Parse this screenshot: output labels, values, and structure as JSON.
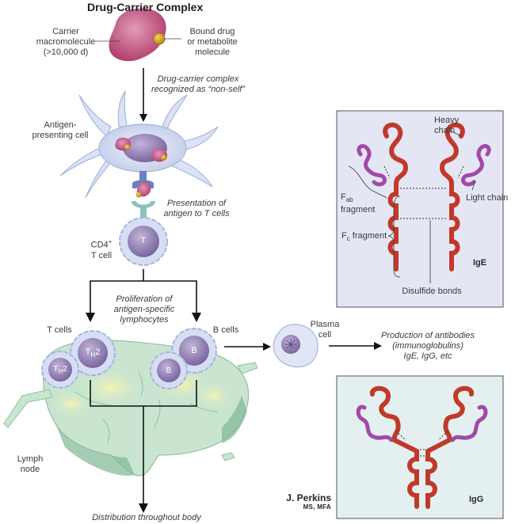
{
  "title": "Drug-Carrier Complex",
  "labels": {
    "carrier": [
      "Carrier",
      "macromolecule",
      "(>10,000 d)"
    ],
    "bound_drug": [
      "Bound drug",
      "or metabolite",
      "molecule"
    ],
    "recognized": [
      "Drug-carrier complex",
      "recognized as “non-self”"
    ],
    "apc": [
      "Antigen-",
      "presenting cell"
    ],
    "presentation": [
      "Presentation of",
      "antigen to T cells"
    ],
    "cd4_line1": "CD4",
    "cd4_sup": "+",
    "cd4_line2": "T cell",
    "proliferation": [
      "Proliferation of",
      "antigen-specific",
      "lymphocytes"
    ],
    "t_cells": "T cells",
    "b_cells": "B cells",
    "plasma": [
      "Plasma",
      "cell"
    ],
    "production": [
      "Production of antibodies",
      "(immunoglobulins)",
      "IgE, IgG, etc"
    ],
    "lymph_node": [
      "Lymph",
      "node"
    ],
    "distribution": "Distribution throughout body"
  },
  "cell_glyphs": {
    "t_cell": "T",
    "th2": "T",
    "th2_sub": "H",
    "th2_num": "2",
    "b_cell": "B"
  },
  "ige_panel": {
    "heavy_chain": [
      "Heavy",
      "chain"
    ],
    "fab": "F",
    "fab_sub": "ab",
    "fab_line2": "fragment",
    "light_chain": "Light chain",
    "fc": "F",
    "fc_sub": "c",
    "fc_rest": " fragment",
    "disulfide": "Disulfide bonds",
    "name": "IgE"
  },
  "igg_panel": {
    "name": "IgG"
  },
  "signature": {
    "name": "J. Perkins",
    "degrees": "MS, MFA"
  },
  "colors": {
    "heavy_chain": "#c0392b",
    "light_chain": "#a04aa8",
    "carrier": "#c45a85",
    "drug": "#d9a520",
    "cell_membrane": "#cfd8f0",
    "nucleus": "#8e7bb0",
    "lymph_node": "#b9dcc4",
    "ige_bg": "#e4e6f4",
    "igg_bg": "#e4f0f0"
  }
}
